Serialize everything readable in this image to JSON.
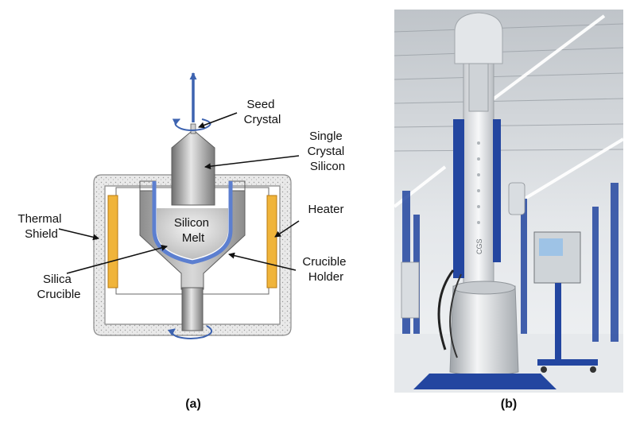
{
  "panel_a": {
    "labels": {
      "seed_crystal": [
        "Seed",
        "Crystal"
      ],
      "single_crystal": [
        "Single",
        "Crystal",
        "Silicon"
      ],
      "heater": "Heater",
      "thermal_shield": [
        "Thermal",
        "Shield"
      ],
      "silicon_melt": [
        "Silicon",
        "Melt"
      ],
      "crucible_holder": [
        "Crucible",
        "Holder"
      ],
      "silica_crucible": [
        "Silica",
        "Crucible"
      ]
    },
    "caption": "(a)"
  },
  "panel_b": {
    "panel_label": "CGS",
    "caption": "(b)"
  },
  "colors": {
    "arrow_blue": "#3d63b0",
    "heater_gold": "#f0b43a",
    "crucible_blue": "#5c7fd0",
    "machine_blue": "#2346a0"
  }
}
